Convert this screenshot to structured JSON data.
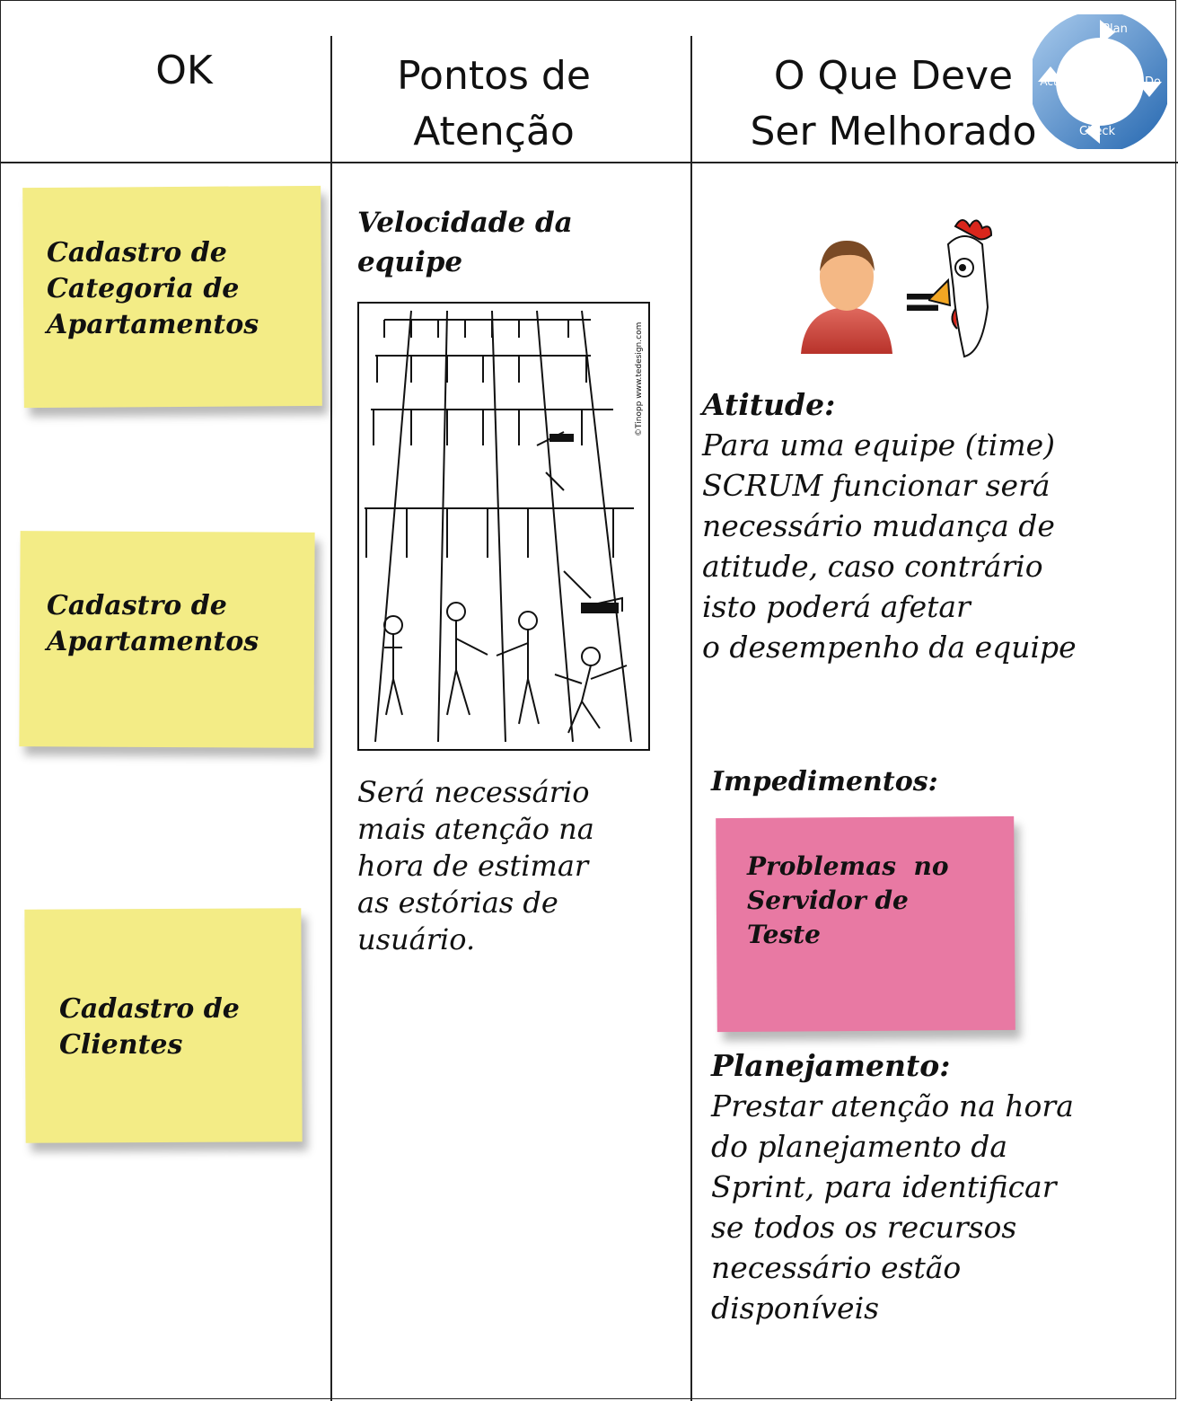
{
  "headers": {
    "ok": "OK",
    "attention": [
      "Pontos de",
      "Atenção"
    ],
    "improve": [
      "O Que Deve",
      "Ser Melhorado"
    ]
  },
  "pdca": {
    "plan": "Plan",
    "do": "Do",
    "check": "Check",
    "act": "Act"
  },
  "ok_notes": [
    {
      "lines": [
        "Cadastro de",
        "Categoria de",
        "Apartamentos"
      ]
    },
    {
      "lines": [
        "Cadastro de",
        "Apartamentos"
      ]
    },
    {
      "lines": [
        "Cadastro de",
        "Clientes"
      ]
    }
  ],
  "attention": {
    "title": [
      "Velocidade da",
      "equipe"
    ],
    "cartoon_credit": "©Tinopp www.tedesign.com",
    "text": [
      "Será necessário",
      "mais atenção na",
      "hora de estimar",
      "as estórias de",
      "usuário."
    ]
  },
  "improve": {
    "equals": "=",
    "attitude_title": "Atitude:",
    "attitude_text": [
      "Para uma equipe (time)",
      "SCRUM funcionar será",
      "necessário mudança de",
      "atitude, caso contrário",
      "isto poderá afetar",
      "o desempenho da equipe"
    ],
    "impediments_title": "Impedimentos:",
    "impediment_note": [
      "Problemas  no",
      "Servidor de",
      "Teste"
    ],
    "planning_title": "Planejamento:",
    "planning_text": [
      "Prestar atenção na hora",
      "do planejamento da",
      "Sprint, para identificar",
      "se todos os recursos",
      "necessário estão",
      "disponíveis"
    ]
  }
}
